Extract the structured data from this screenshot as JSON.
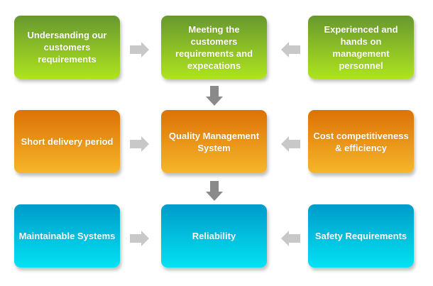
{
  "rows": [
    {
      "boxes": [
        {
          "label": "Undersanding our customers requirements"
        },
        {
          "label": "Meeting the customers requirements and expecations"
        },
        {
          "label": "Experienced and hands on management personnel"
        }
      ]
    },
    {
      "boxes": [
        {
          "label": "Short delivery period"
        },
        {
          "label": "Quality Management System"
        },
        {
          "label": "Cost competitiveness & efficiency"
        }
      ]
    },
    {
      "boxes": [
        {
          "label": "Maintainable Systems"
        },
        {
          "label": "Reliability"
        },
        {
          "label": "Safety Requirements"
        }
      ]
    }
  ],
  "colors": {
    "green": "#8cc226",
    "orange": "#e98f16",
    "blue": "#00bfe0",
    "arrow": "#c8c8c8",
    "down_arrow": "#8a8a8a"
  }
}
